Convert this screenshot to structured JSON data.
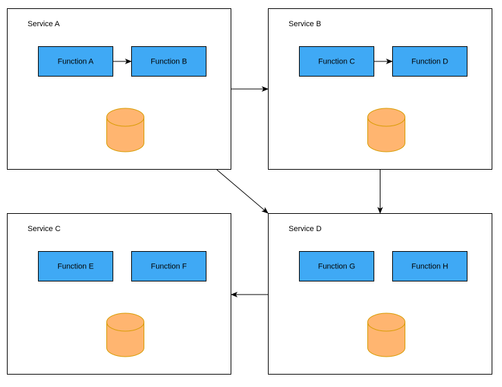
{
  "diagram": {
    "colors": {
      "background": "#ffffff",
      "service_stroke": "#000000",
      "function_fill": "#3FA9F5",
      "function_stroke": "#000000",
      "database_fill": "#FFB570",
      "database_stroke": "#D79B00",
      "arrow": "#000000"
    },
    "services": [
      {
        "id": "A",
        "title": "Service A",
        "functions": [
          "Function A",
          "Function B"
        ],
        "database_icon": "database-icon"
      },
      {
        "id": "B",
        "title": "Service B",
        "functions": [
          "Function C",
          "Function D"
        ],
        "database_icon": "database-icon"
      },
      {
        "id": "C",
        "title": "Service C",
        "functions": [
          "Function E",
          "Function F"
        ],
        "database_icon": "database-icon"
      },
      {
        "id": "D",
        "title": "Service D",
        "functions": [
          "Function G",
          "Function H"
        ],
        "database_icon": "database-icon"
      }
    ],
    "connections": [
      {
        "from": "Function A",
        "to": "Function B"
      },
      {
        "from": "Function C",
        "to": "Function D"
      },
      {
        "from": "Service A",
        "to": "Service B"
      },
      {
        "from": "Service A",
        "to": "Service D"
      },
      {
        "from": "Service B",
        "to": "Service D"
      },
      {
        "from": "Service D",
        "to": "Service C"
      }
    ]
  }
}
